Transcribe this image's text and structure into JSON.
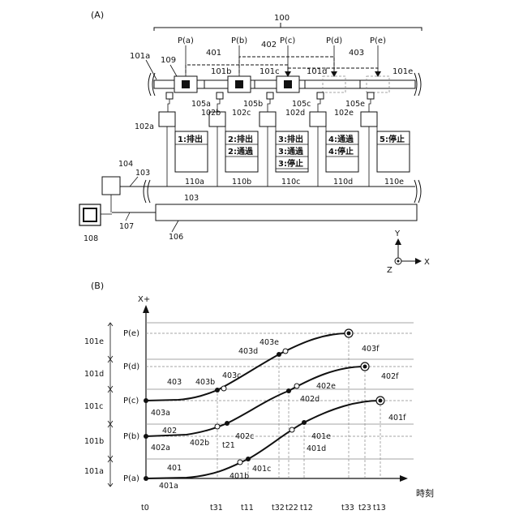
{
  "panel_a": {
    "label": "(A)",
    "system_label": "100",
    "positions": [
      "P(a)",
      "P(b)",
      "P(c)",
      "P(d)",
      "P(e)"
    ],
    "trajectory_labels": [
      "401",
      "402",
      "403"
    ],
    "rail_labels": [
      "101a",
      "101b",
      "101c",
      "101d",
      "101e"
    ],
    "mover_labels": [
      "109"
    ],
    "sensor_labels": [
      "105a",
      "105b",
      "105c",
      "105e"
    ],
    "controller_labels": [
      "102a",
      "102b",
      "102c",
      "102d",
      "102e"
    ],
    "boxes": [
      {
        "name": "110a",
        "lines": [
          "1:排出"
        ]
      },
      {
        "name": "110b",
        "lines": [
          "2:排出",
          "2:通過"
        ]
      },
      {
        "name": "110c",
        "lines": [
          "3:排出",
          "3:通過",
          "3:停止"
        ]
      },
      {
        "name": "110d",
        "lines": [
          "4:通過",
          "4:停止"
        ]
      },
      {
        "name": "110e",
        "lines": [
          "5:停止"
        ]
      }
    ],
    "bus_labels": [
      "103",
      "103",
      "104",
      "106",
      "107",
      "108"
    ],
    "axes": {
      "y": "Y",
      "z": "Z",
      "x": "X"
    }
  },
  "panel_b": {
    "label": "(B)",
    "y_axis_label": "X+",
    "x_axis_label": "時刻",
    "y_levels": [
      "P(a)",
      "P(b)",
      "P(c)",
      "P(d)",
      "P(e)"
    ],
    "zone_labels": [
      "101a",
      "101b",
      "101c",
      "101d",
      "101e"
    ],
    "time_ticks": [
      "t0",
      "t31",
      "t11",
      "t32",
      "t22",
      "t12",
      "t33",
      "t23",
      "t13"
    ],
    "t21_label": "t21",
    "point_labels": {
      "401": [
        "401",
        "401a",
        "401b",
        "401c",
        "401d",
        "401e",
        "401f"
      ],
      "402": [
        "402",
        "402a",
        "402b",
        "402c",
        "402d",
        "402e",
        "402f"
      ],
      "403": [
        "403",
        "403a",
        "403b",
        "403c",
        "403d",
        "403e",
        "403f"
      ]
    }
  },
  "chart_data": {
    "type": "line",
    "xlabel": "時刻",
    "ylabel": "X+",
    "x_categories": [
      "t0",
      "t31",
      "t21",
      "t11",
      "t32",
      "t22",
      "t12",
      "t33",
      "t23",
      "t13"
    ],
    "y_categories": [
      "P(a)",
      "P(b)",
      "P(c)",
      "P(d)",
      "P(e)"
    ],
    "series": [
      {
        "name": "401",
        "points": [
          [
            "t0",
            "P(a)"
          ],
          [
            "t13",
            "P(c)"
          ]
        ]
      },
      {
        "name": "402",
        "points": [
          [
            "t0",
            "P(b)"
          ],
          [
            "t23",
            "P(d)"
          ]
        ]
      },
      {
        "name": "403",
        "points": [
          [
            "t0",
            "P(c)"
          ],
          [
            "t33",
            "P(e)"
          ]
        ]
      }
    ]
  }
}
